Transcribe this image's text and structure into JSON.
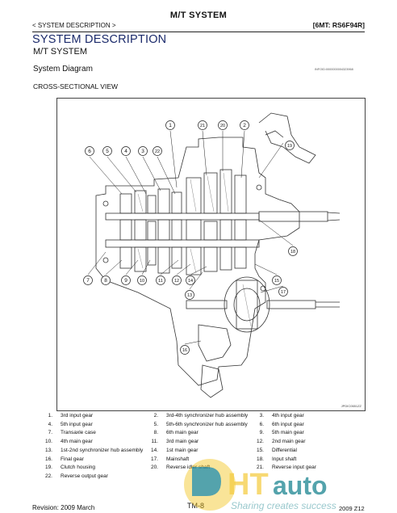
{
  "header": {
    "title": "M/T SYSTEM",
    "breadcrumb": "< SYSTEM DESCRIPTION >",
    "model_code": "[6MT: RS6F94R]"
  },
  "section": {
    "title": "SYSTEM DESCRIPTION",
    "subtitle": "M/T SYSTEM",
    "diagram_heading": "System Diagram",
    "ref_code": "INFOID:0000000004323968",
    "view_title": "CROSS-SECTIONAL VIEW"
  },
  "diagram": {
    "figure_code": "JPDIC0651ZZ",
    "callouts": [
      "1",
      "2",
      "3",
      "4",
      "5",
      "6",
      "7",
      "8",
      "9",
      "10",
      "11",
      "12",
      "13",
      "14",
      "15",
      "16",
      "17",
      "18",
      "19",
      "20",
      "21",
      "22"
    ]
  },
  "legend": [
    {
      "num": "1.",
      "label": "3rd input gear"
    },
    {
      "num": "2.",
      "label": "3rd-4th synchronizer hub assembly"
    },
    {
      "num": "3.",
      "label": "4th input gear"
    },
    {
      "num": "4.",
      "label": "5th input gear"
    },
    {
      "num": "5.",
      "label": "5th-6th synchronizer hub assembly"
    },
    {
      "num": "6.",
      "label": "6th input gear"
    },
    {
      "num": "7.",
      "label": "Transaxle case"
    },
    {
      "num": "8.",
      "label": "6th main gear"
    },
    {
      "num": "9.",
      "label": "5th main gear"
    },
    {
      "num": "10.",
      "label": "4th main gear"
    },
    {
      "num": "11.",
      "label": "3rd main gear"
    },
    {
      "num": "12.",
      "label": "2nd main gear"
    },
    {
      "num": "13.",
      "label": "1st-2nd synchronizer hub assembly"
    },
    {
      "num": "14.",
      "label": "1st main gear"
    },
    {
      "num": "15.",
      "label": "Differential"
    },
    {
      "num": "16.",
      "label": "Final gear"
    },
    {
      "num": "17.",
      "label": "Mainshaft"
    },
    {
      "num": "18.",
      "label": "Input shaft"
    },
    {
      "num": "19.",
      "label": "Clutch housing"
    },
    {
      "num": "20.",
      "label": "Reverse idler shaft"
    },
    {
      "num": "21.",
      "label": "Reverse input gear"
    },
    {
      "num": "22.",
      "label": "Reverse output gear"
    }
  ],
  "footer": {
    "revision": "Revision: 2009 March",
    "page": "TM-8",
    "model_year": "2009 Z12"
  },
  "watermark": {
    "brand": "DHTauto",
    "tagline": "Sharing creates success"
  },
  "colors": {
    "title_blue": "#1b2a6b",
    "watermark_yellow": "#f2c21b",
    "watermark_teal": "#2f8f9a"
  }
}
